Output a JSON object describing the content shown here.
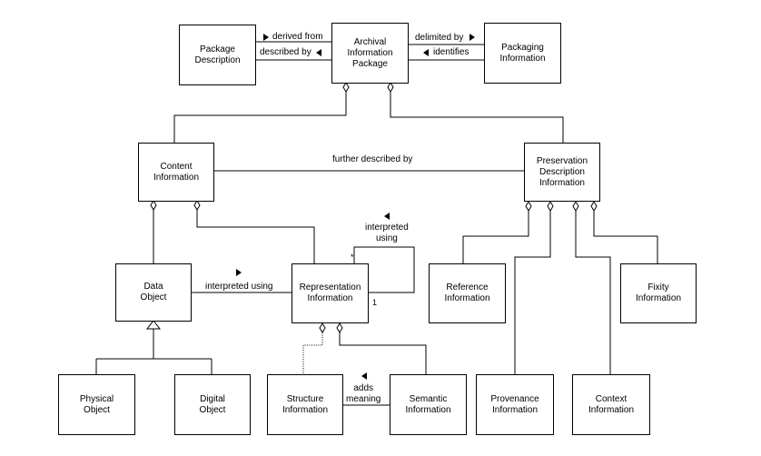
{
  "nodes": {
    "archival_information_package": "Archival\nInformation\nPackage",
    "package_description": "Package\nDescription",
    "packaging_information": "Packaging\nInformation",
    "content_information": "Content\nInformation",
    "preservation_description_information": "Preservation\nDescription\nInformation",
    "data_object": "Data\nObject",
    "representation_information": "Representation\nInformation",
    "reference_information": "Reference\nInformation",
    "fixity_information": "Fixity\nInformation",
    "physical_object": "Physical\nObject",
    "digital_object": "Digital\nObject",
    "structure_information": "Structure\nInformation",
    "semantic_information": "Semantic\nInformation",
    "provenance_information": "Provenance\nInformation",
    "context_information": "Context\nInformation"
  },
  "labels": {
    "derived_from": "derived from",
    "described_by": "described by",
    "delimited_by": "delimited by",
    "identifies": "identifies",
    "further_described_by": "further described by",
    "interpreted_using_self": "interpreted\nusing",
    "interpreted_using": "interpreted using",
    "adds_meaning": "adds\nmeaning",
    "mult_star": "*",
    "mult_one": "1"
  }
}
